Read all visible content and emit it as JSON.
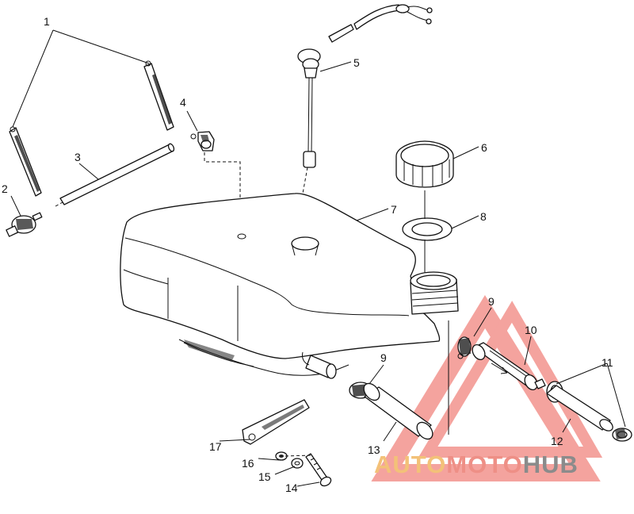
{
  "callouts": [
    {
      "id": "c1",
      "label": "1"
    },
    {
      "id": "c2",
      "label": "2"
    },
    {
      "id": "c3",
      "label": "3"
    },
    {
      "id": "c4",
      "label": "4"
    },
    {
      "id": "c5",
      "label": "5"
    },
    {
      "id": "c6",
      "label": "6"
    },
    {
      "id": "c7",
      "label": "7"
    },
    {
      "id": "c8",
      "label": "8"
    },
    {
      "id": "c9a",
      "label": "9"
    },
    {
      "id": "c9b",
      "label": "9"
    },
    {
      "id": "c10",
      "label": "10"
    },
    {
      "id": "c11",
      "label": "11"
    },
    {
      "id": "c12",
      "label": "12"
    },
    {
      "id": "c13",
      "label": "13"
    },
    {
      "id": "c14",
      "label": "14"
    },
    {
      "id": "c15",
      "label": "15"
    },
    {
      "id": "c16",
      "label": "16"
    },
    {
      "id": "c17",
      "label": "17"
    }
  ],
  "watermark": {
    "part1": "AUTO",
    "part2": "MOTO",
    "part3": "HUB",
    "colors": {
      "auto": "#f3c178",
      "moto": "#ee8f86",
      "hub": "#8b8b8b",
      "triangle": "#ee6b63"
    }
  }
}
